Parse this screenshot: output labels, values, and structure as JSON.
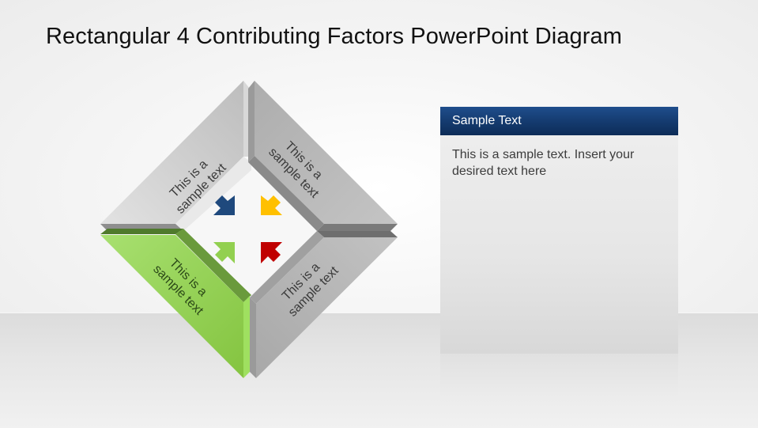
{
  "slide": {
    "title": "Rectangular 4 Contributing Factors PowerPoint Diagram"
  },
  "diagram": {
    "segments": [
      {
        "position": "top-left",
        "line1": "This is a",
        "line2": "sample text",
        "color": "#c8c8c8",
        "arrow_color": "#1f497d"
      },
      {
        "position": "top-right",
        "line1": "This is a",
        "line2": "sample text",
        "color": "#b5b5b5",
        "arrow_color": "#ffc000"
      },
      {
        "position": "bottom-left",
        "line1": "This is a",
        "line2": "sample text",
        "color": "#92d050",
        "arrow_color": "#92d050"
      },
      {
        "position": "bottom-right",
        "line1": "This is a",
        "line2": "sample text",
        "color": "#b0b0b0",
        "arrow_color": "#c00000"
      }
    ]
  },
  "panel": {
    "header": "Sample Text",
    "header_color": "#143a6e",
    "body": "This is a sample text. Insert your desired text here"
  }
}
